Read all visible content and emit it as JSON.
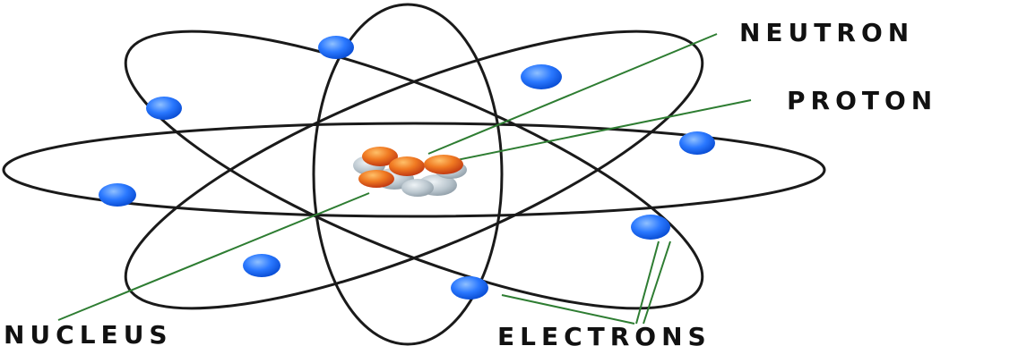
{
  "labels": {
    "neutron": "NEUTRON",
    "proton": "PROTON",
    "nucleus": "NUCLEUS",
    "electrons": "ELECTRONS"
  },
  "colors": {
    "orbit": "#1a1a1a",
    "leader_line": "#2e7d32",
    "electron": "#1e6bff",
    "electron_highlight": "#7fb3ff",
    "proton": "#e4571d",
    "proton_highlight": "#ffb15c",
    "neutron": "#b8c4cc"
  },
  "icons": {
    "electron": "electron-icon",
    "proton": "proton-icon",
    "neutron": "neutron-icon"
  }
}
